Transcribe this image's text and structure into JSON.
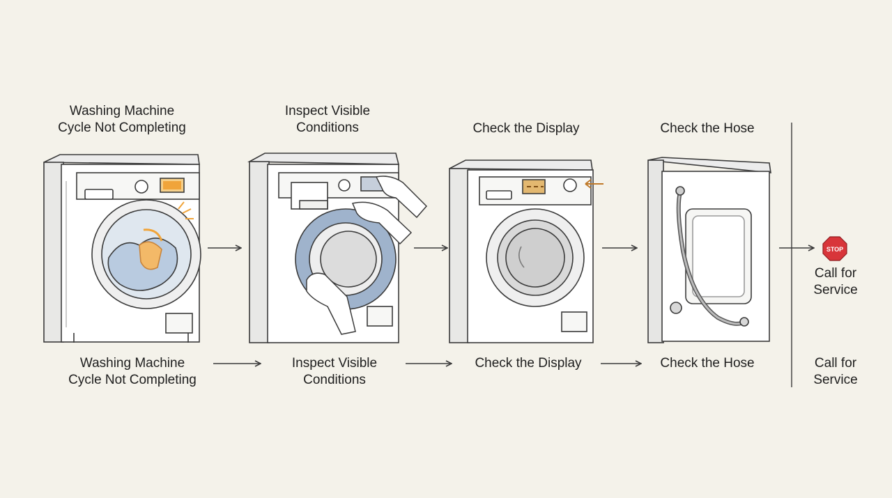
{
  "steps": [
    {
      "top": "Washing Machine\nCycle Not Completing",
      "bottom": "Washing Machine\nCycle Not Completing"
    },
    {
      "top": "Inspect Visible\nConditions",
      "bottom": "Inspect Visible\nConditions"
    },
    {
      "top": "Check the Display",
      "bottom": "Check the Display"
    },
    {
      "top": "Check the Hose",
      "bottom": "Check the Hose"
    },
    {
      "top": "Call for\nService",
      "bottom": "Call for\nService"
    }
  ],
  "stop_sign_text": "STOP",
  "colors": {
    "background": "#f4f2ea",
    "line": "#3a3a3a",
    "accent_orange": "#f0a43a",
    "stop_red": "#d8353a",
    "drum_blue": "#9fb3cc"
  },
  "icons": [
    "washer-icon",
    "hands-icon",
    "hose-icon",
    "stop-sign-icon",
    "arrow-right-icon"
  ]
}
